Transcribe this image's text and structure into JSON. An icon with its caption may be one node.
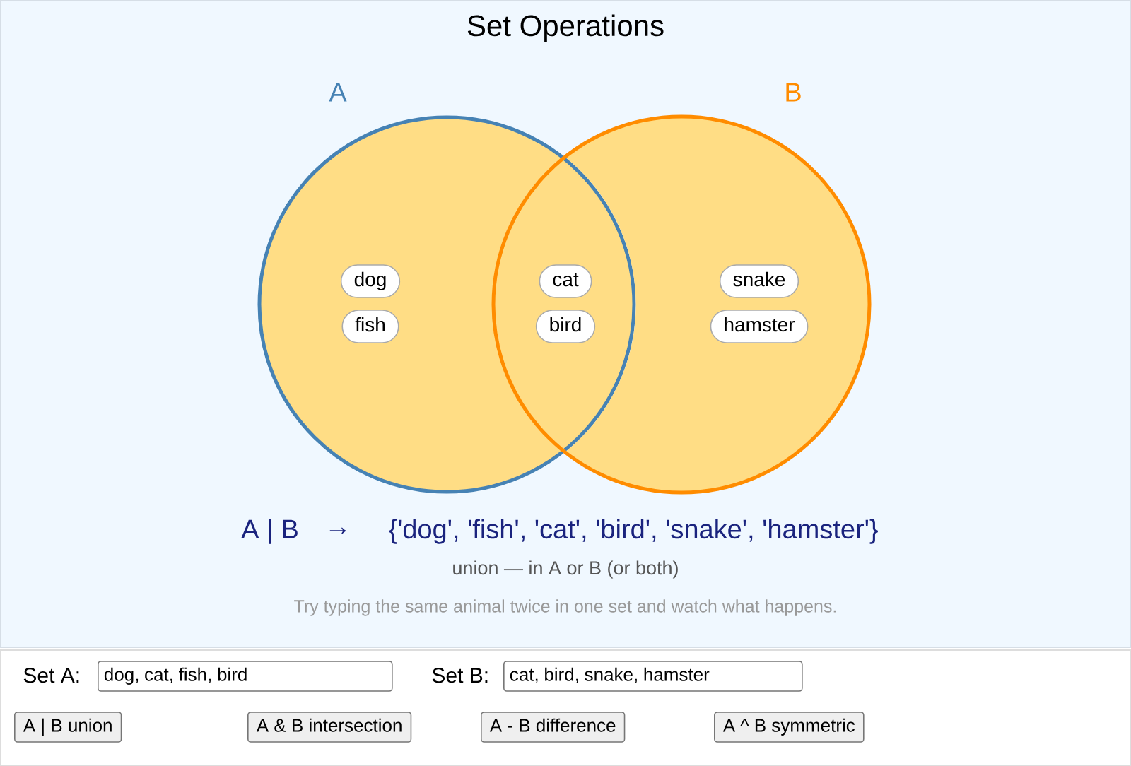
{
  "diagram": {
    "title": "Set Operations",
    "nodes": [
      {
        "text": [
          "A"
        ]
      },
      {
        "text": [
          "B"
        ]
      },
      {
        "text": [
          "dog"
        ],
        "in": 0
      },
      {
        "text": [
          "cat"
        ]
      },
      {
        "text": [
          "snake"
        ],
        "in": 1
      },
      {
        "text": [
          "fish"
        ],
        "in": 0
      },
      {
        "text": [
          "bird"
        ]
      },
      {
        "text": [
          "hamster"
        ],
        "in": 1
      },
      {
        "text": [
          "Set A:",
          "dog, cat, fish, bird"
        ]
      },
      {
        "text": [
          "Set B:",
          "cat, bird, snake, hamster"
        ]
      },
      {
        "text": [
          "A | B union"
        ]
      },
      {
        "text": [
          "A & B intersection"
        ]
      },
      {
        "text": [
          "A - B difference"
        ]
      },
      {
        "text": [
          "A ^ B symmetric"
        ]
      }
    ],
    "labels": [
      "A | B",
      "→",
      "{'dog', 'fish', 'cat', 'bird', 'snake', 'hamster'}",
      "union — in A or B (or both)",
      "Try typing the same animal twice in one set and watch what happens."
    ]
  }
}
